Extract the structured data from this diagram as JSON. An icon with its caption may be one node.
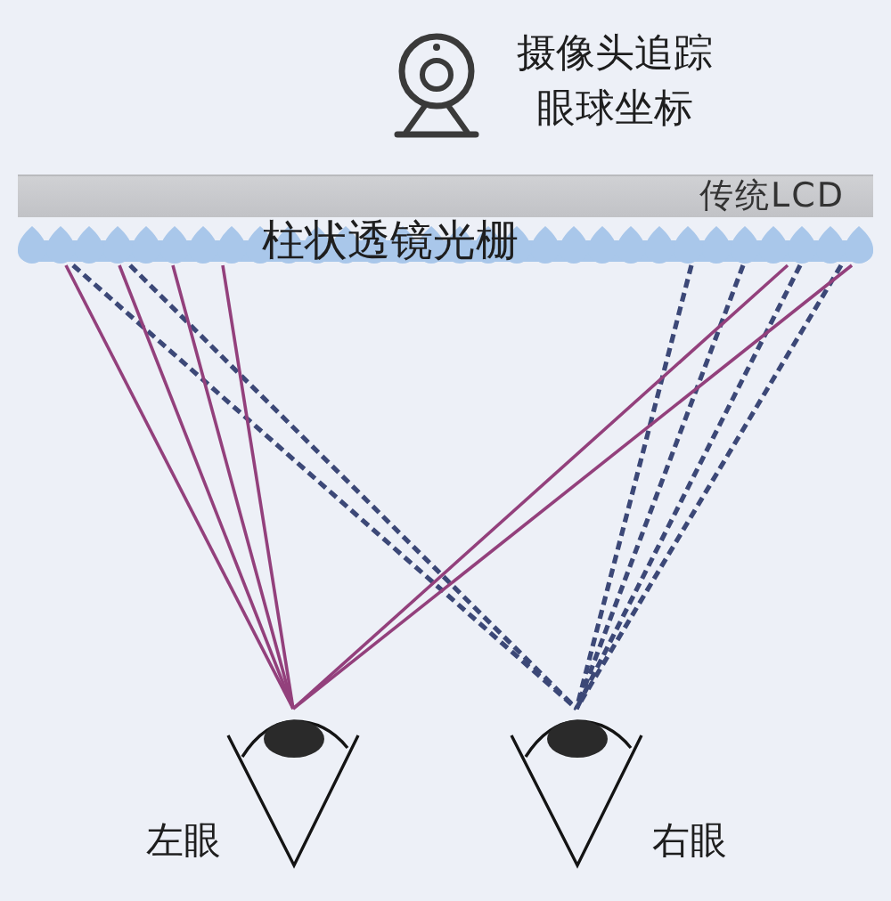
{
  "diagram": {
    "nodes": [
      {
        "text": [
          "传统LCD"
        ]
      },
      {
        "text": [
          "柱状透镜光栅"
        ]
      },
      {
        "text": [],
        "shape": "picture",
        "beside": [
          "左眼"
        ]
      },
      {
        "text": [],
        "shape": "picture",
        "beside": [
          "右眼"
        ]
      }
    ],
    "edges": [
      {
        "from": 1,
        "to": 2,
        "arrow": "none",
        "color": "#93407c"
      },
      {
        "from": 1,
        "to": 3,
        "arrow": "none",
        "style": "dashed",
        "color": "#3c4877"
      },
      {
        "from": 1,
        "to": 2,
        "arrow": "none",
        "color": "#93407c"
      },
      {
        "from": 1,
        "to": 3,
        "arrow": "none",
        "style": "dashed",
        "color": "#3c4877"
      },
      {
        "from": 1,
        "to": 2,
        "arrow": "none",
        "color": "#93407c"
      },
      {
        "from": 1,
        "to": 2,
        "arrow": "none",
        "color": "#93407c"
      },
      {
        "from": 1,
        "to": 3,
        "arrow": "none",
        "style": "dashed",
        "color": "#3c4877"
      },
      {
        "from": 1,
        "to": 3,
        "arrow": "none",
        "style": "dashed",
        "color": "#3c4877"
      },
      {
        "from": 1,
        "to": 2,
        "arrow": "none",
        "color": "#93407c"
      },
      {
        "from": 1,
        "to": 3,
        "arrow": "none",
        "style": "dashed",
        "color": "#3c4877"
      },
      {
        "from": 1,
        "to": 3,
        "arrow": "none",
        "style": "dashed",
        "color": "#3c4877"
      },
      {
        "from": 1,
        "to": 2,
        "arrow": "none",
        "color": "#93407c"
      }
    ],
    "labels": [
      "摄像头追踪眼球坐标"
    ]
  }
}
